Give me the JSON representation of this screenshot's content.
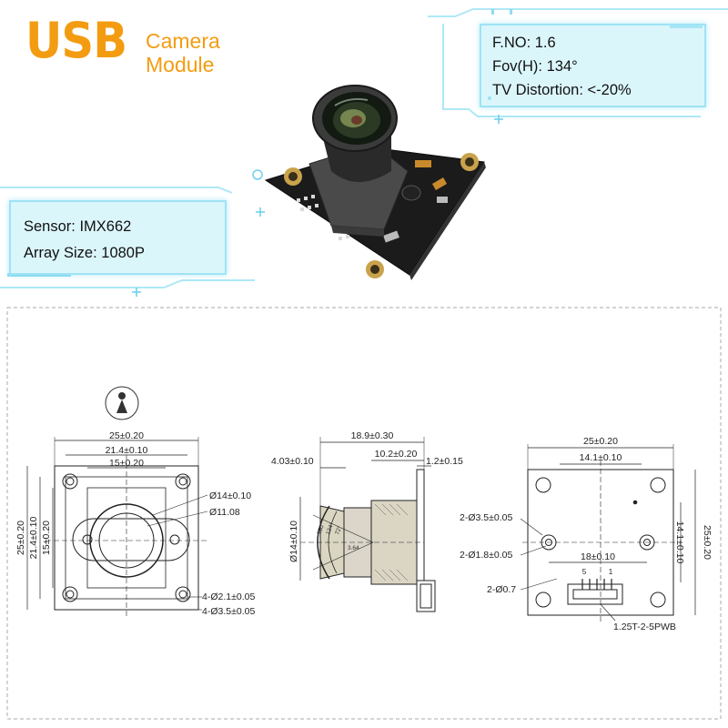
{
  "header": {
    "brand": "USB",
    "line1": "Camera",
    "line2": "Module"
  },
  "specs_top": [
    {
      "label": "F.NO: 1.6"
    },
    {
      "label": "Fov(H): 134°"
    },
    {
      "label": "TV Distortion: <-20%"
    }
  ],
  "specs_left": [
    {
      "label": "Sensor: IMX662"
    },
    {
      "label": "Array Size: 1080P"
    }
  ],
  "front_view": {
    "w_outer": "25±0.20",
    "w_mid": "21.4±0.10",
    "w_inner": "15±0.20",
    "h_outer": "25±0.20",
    "h_mid": "21.4±0.10",
    "h_inner": "15±0.20",
    "d_lens": "Ø14±0.10",
    "d_inner": "Ø11.08",
    "holes_a": "4-Ø2.1±0.05",
    "holes_b": "4-Ø3.5±0.05"
  },
  "side_view": {
    "total": "18.9±0.30",
    "lens_len": "10.2±0.20",
    "front": "4.03±0.10",
    "pcb": "1.2±0.15",
    "dia": "Ø14±0.10",
    "ang1": "150°",
    "ang2": "134°",
    "ang3": "72°",
    "depth": "3.64"
  },
  "back_view": {
    "w_outer": "25±0.20",
    "w_mid": "14.1±0.10",
    "h_outer": "25±0.20",
    "h_mid": "14.1±0.10",
    "pitch": "18±0.10",
    "holes_a": "2-Ø3.5±0.05",
    "holes_b": "2-Ø1.8±0.05",
    "hole_c": "2-Ø0.7",
    "pin5": "5",
    "pin1": "1",
    "connector": "1.25T-2-5PWB"
  }
}
